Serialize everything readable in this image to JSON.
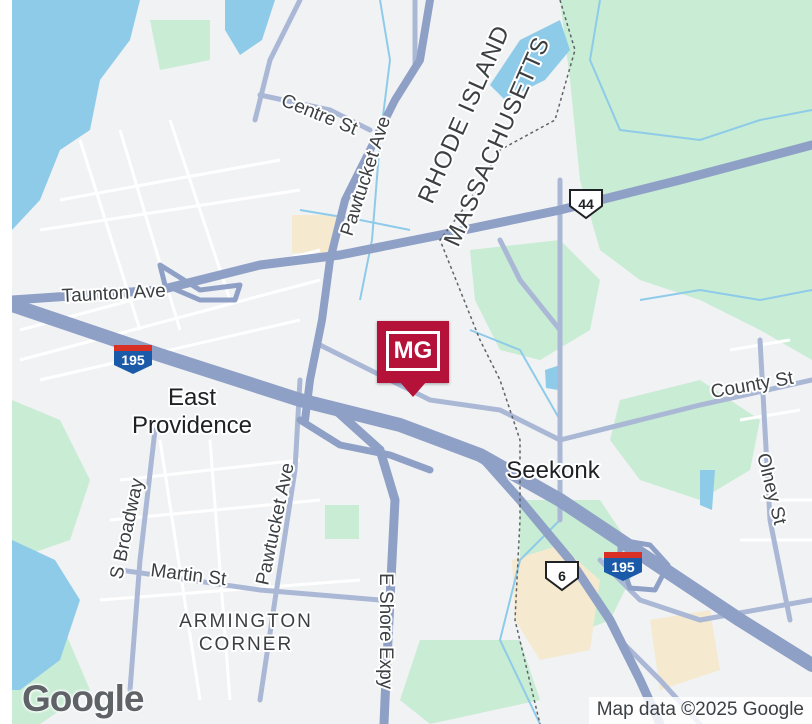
{
  "map": {
    "labels": {
      "centre_st": "Centre St",
      "pawtucket_ave_north": "Pawtucket Ave",
      "rhode_island": "RHODE ISLAND",
      "massachusetts": "MASSACHUSETTS",
      "taunton_ave": "Taunton Ave",
      "county_st": "County St",
      "east": "East",
      "providence": "Providence",
      "seekonk": "Seekonk",
      "s_broadway": "S Broadway",
      "pawtucket_ave_south": "Pawtucket Ave",
      "olney_st": "Olney St",
      "martin_st": "Martin St",
      "e_shore_expy": "E Shore Expy",
      "armington": "ARMINGTON",
      "corner": "CORNER"
    },
    "shields": {
      "us44": "44",
      "i195_west": "195",
      "i195_east": "195",
      "us6": "6"
    },
    "marker": {
      "text": "MG",
      "color": "#b5123a"
    },
    "colors": {
      "land": "#f1f2f4",
      "water": "#8ecbe9",
      "park": "#c8ecd4",
      "highway": "#8fa0c6",
      "major_road": "#aab8d6",
      "minor_road": "#ffffff",
      "urban": "#f5e9cf"
    },
    "logo": "Google",
    "attribution": "Map data ©2025 Google"
  }
}
